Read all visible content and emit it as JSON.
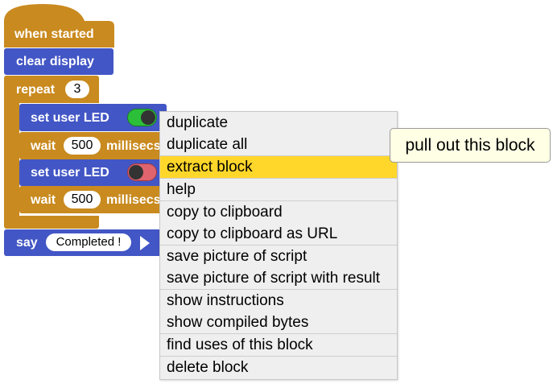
{
  "script": {
    "hat_label": "when started",
    "clear_label": "clear display",
    "repeat_label": "repeat",
    "repeat_count": "3",
    "led1_label": "set user LED",
    "wait1_label": "wait",
    "wait1_value": "500",
    "wait1_unit": "millisecs",
    "led2_label": "set user LED",
    "wait2_label": "wait",
    "wait2_value": "500",
    "wait2_unit": "millisecs",
    "say_label": "say",
    "say_value": "Completed !",
    "led1_state": "on",
    "led2_state": "off"
  },
  "context_menu": {
    "items": [
      "duplicate",
      "duplicate all",
      "extract block",
      "help",
      "copy to clipboard",
      "copy to clipboard as URL",
      "save picture of script",
      "save picture of script with result",
      "show instructions",
      "show compiled bytes",
      "find uses of this block",
      "delete block"
    ],
    "highlighted_index": 2
  },
  "tooltip": {
    "text": "pull out this block"
  },
  "colors": {
    "control_block": "#c98a1f",
    "output_block": "#4256c5",
    "toggle_on": "#2bbf3a",
    "toggle_off": "#e0646e",
    "menu_highlight": "#ffd72a",
    "tooltip_bg": "#ffffe5"
  }
}
